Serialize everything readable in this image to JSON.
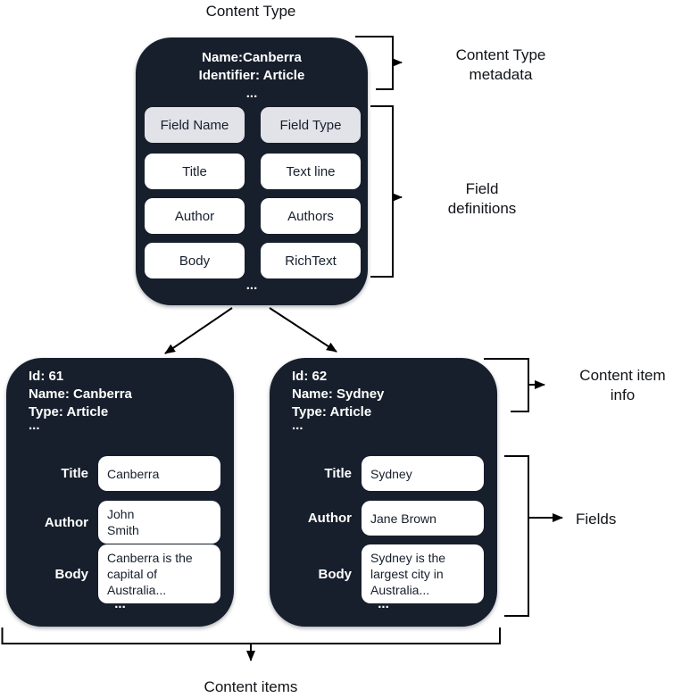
{
  "colors": {
    "box_dark": "#171f2c",
    "header_cell": "#e2e3e9",
    "cell_white": "#ffffff",
    "line_black": "#000000"
  },
  "diagram_title": "Content Type",
  "type_box": {
    "metadata": "Name:Canberra\nIdentifier: Article",
    "metadata_ellipsis": "...",
    "header": {
      "name": "Field Name",
      "type": "Field Type"
    },
    "rows": [
      {
        "name": "Title",
        "type": "Text line"
      },
      {
        "name": "Author",
        "type": "Authors"
      },
      {
        "name": "Body",
        "type": "RichText"
      }
    ],
    "footer_ellipsis": "..."
  },
  "annotations": {
    "metadata_label": "Content Type\nmetadata",
    "field_definitions_label": "Field\ndefinitions",
    "content_item_info_label": "Content item\ninfo",
    "fields_label": "Fields",
    "content_items_label": "Content items"
  },
  "items": [
    {
      "info": "Id: 61\nName: Canberra\nType: Article",
      "info_ellipsis": "...",
      "fields": [
        {
          "label": "Title",
          "value": "Canberra"
        },
        {
          "label": "Author",
          "value": "John\nSmith"
        },
        {
          "label": "Body",
          "value": "Canberra is the\ncapital of\nAustralia..."
        }
      ],
      "footer_ellipsis": "..."
    },
    {
      "info": "Id: 62\nName: Sydney\nType: Article",
      "info_ellipsis": "...",
      "fields": [
        {
          "label": "Title",
          "value": "Sydney"
        },
        {
          "label": "Author",
          "value": "Jane Brown"
        },
        {
          "label": "Body",
          "value": "Sydney is the\nlargest city in\nAustralia..."
        }
      ],
      "footer_ellipsis": "..."
    }
  ]
}
